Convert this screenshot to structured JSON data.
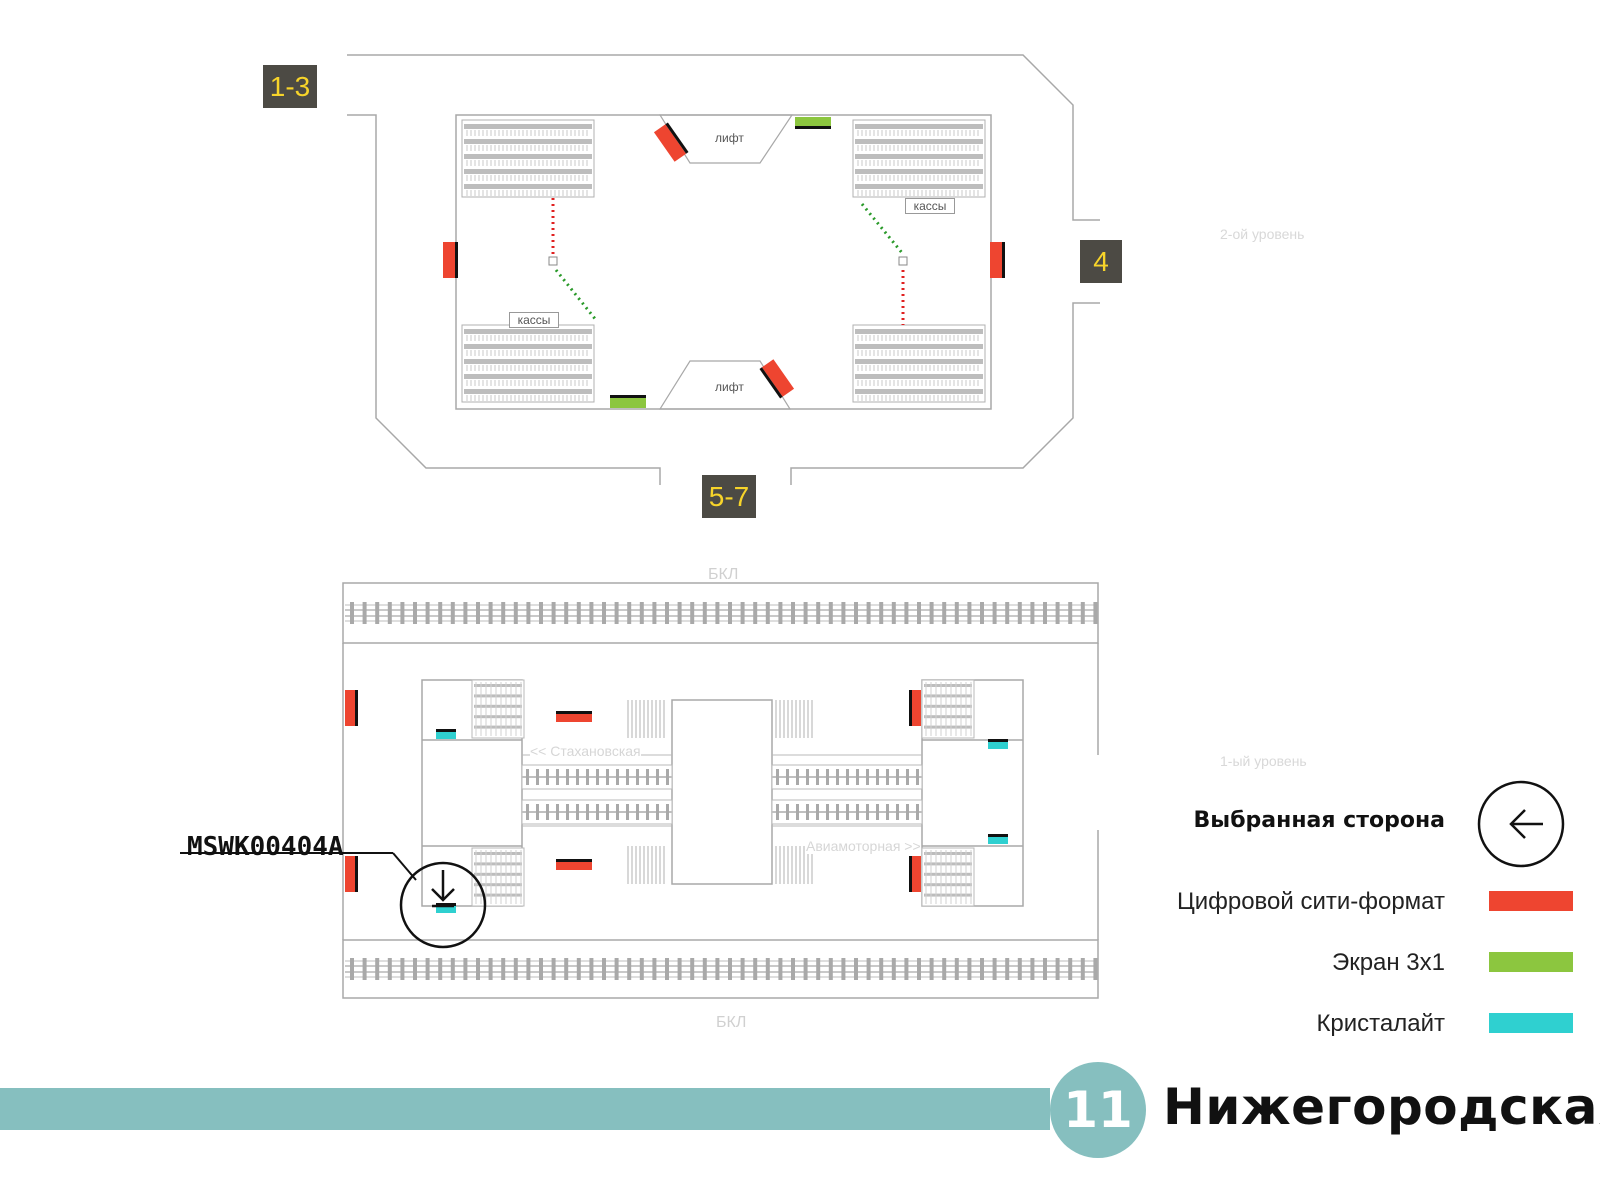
{
  "exits": [
    {
      "label": "1-3"
    },
    {
      "label": "4"
    },
    {
      "label": "5-7"
    }
  ],
  "upper_level": {
    "label": "2-ой уровень",
    "lift_label": "лифт",
    "kassy_label": "кассы"
  },
  "lower_level": {
    "label": "1-ый уровень",
    "line_label_top": "БКЛ",
    "line_label_bottom": "БКЛ",
    "direction_left": "<< Стахановская",
    "direction_right": "Авиамоторная >>"
  },
  "selected_code": "MSWK00404A",
  "legend": {
    "title": "Выбранная сторона",
    "items": [
      {
        "label": "Цифровой сити-формат",
        "color": "#ee4530"
      },
      {
        "label": "Экран 3х1",
        "color": "#8cc63f"
      },
      {
        "label": "Кристалайт",
        "color": "#2fd0d0"
      }
    ]
  },
  "footer": {
    "line_number": "11",
    "station_name": "Нижегородская",
    "line_color": "#86bfbf"
  },
  "colors": {
    "badge_bg": "#4c4a44",
    "badge_text": "#f7d42a",
    "outline": "#a8a8a8",
    "escalator": "#b8b8b8"
  }
}
